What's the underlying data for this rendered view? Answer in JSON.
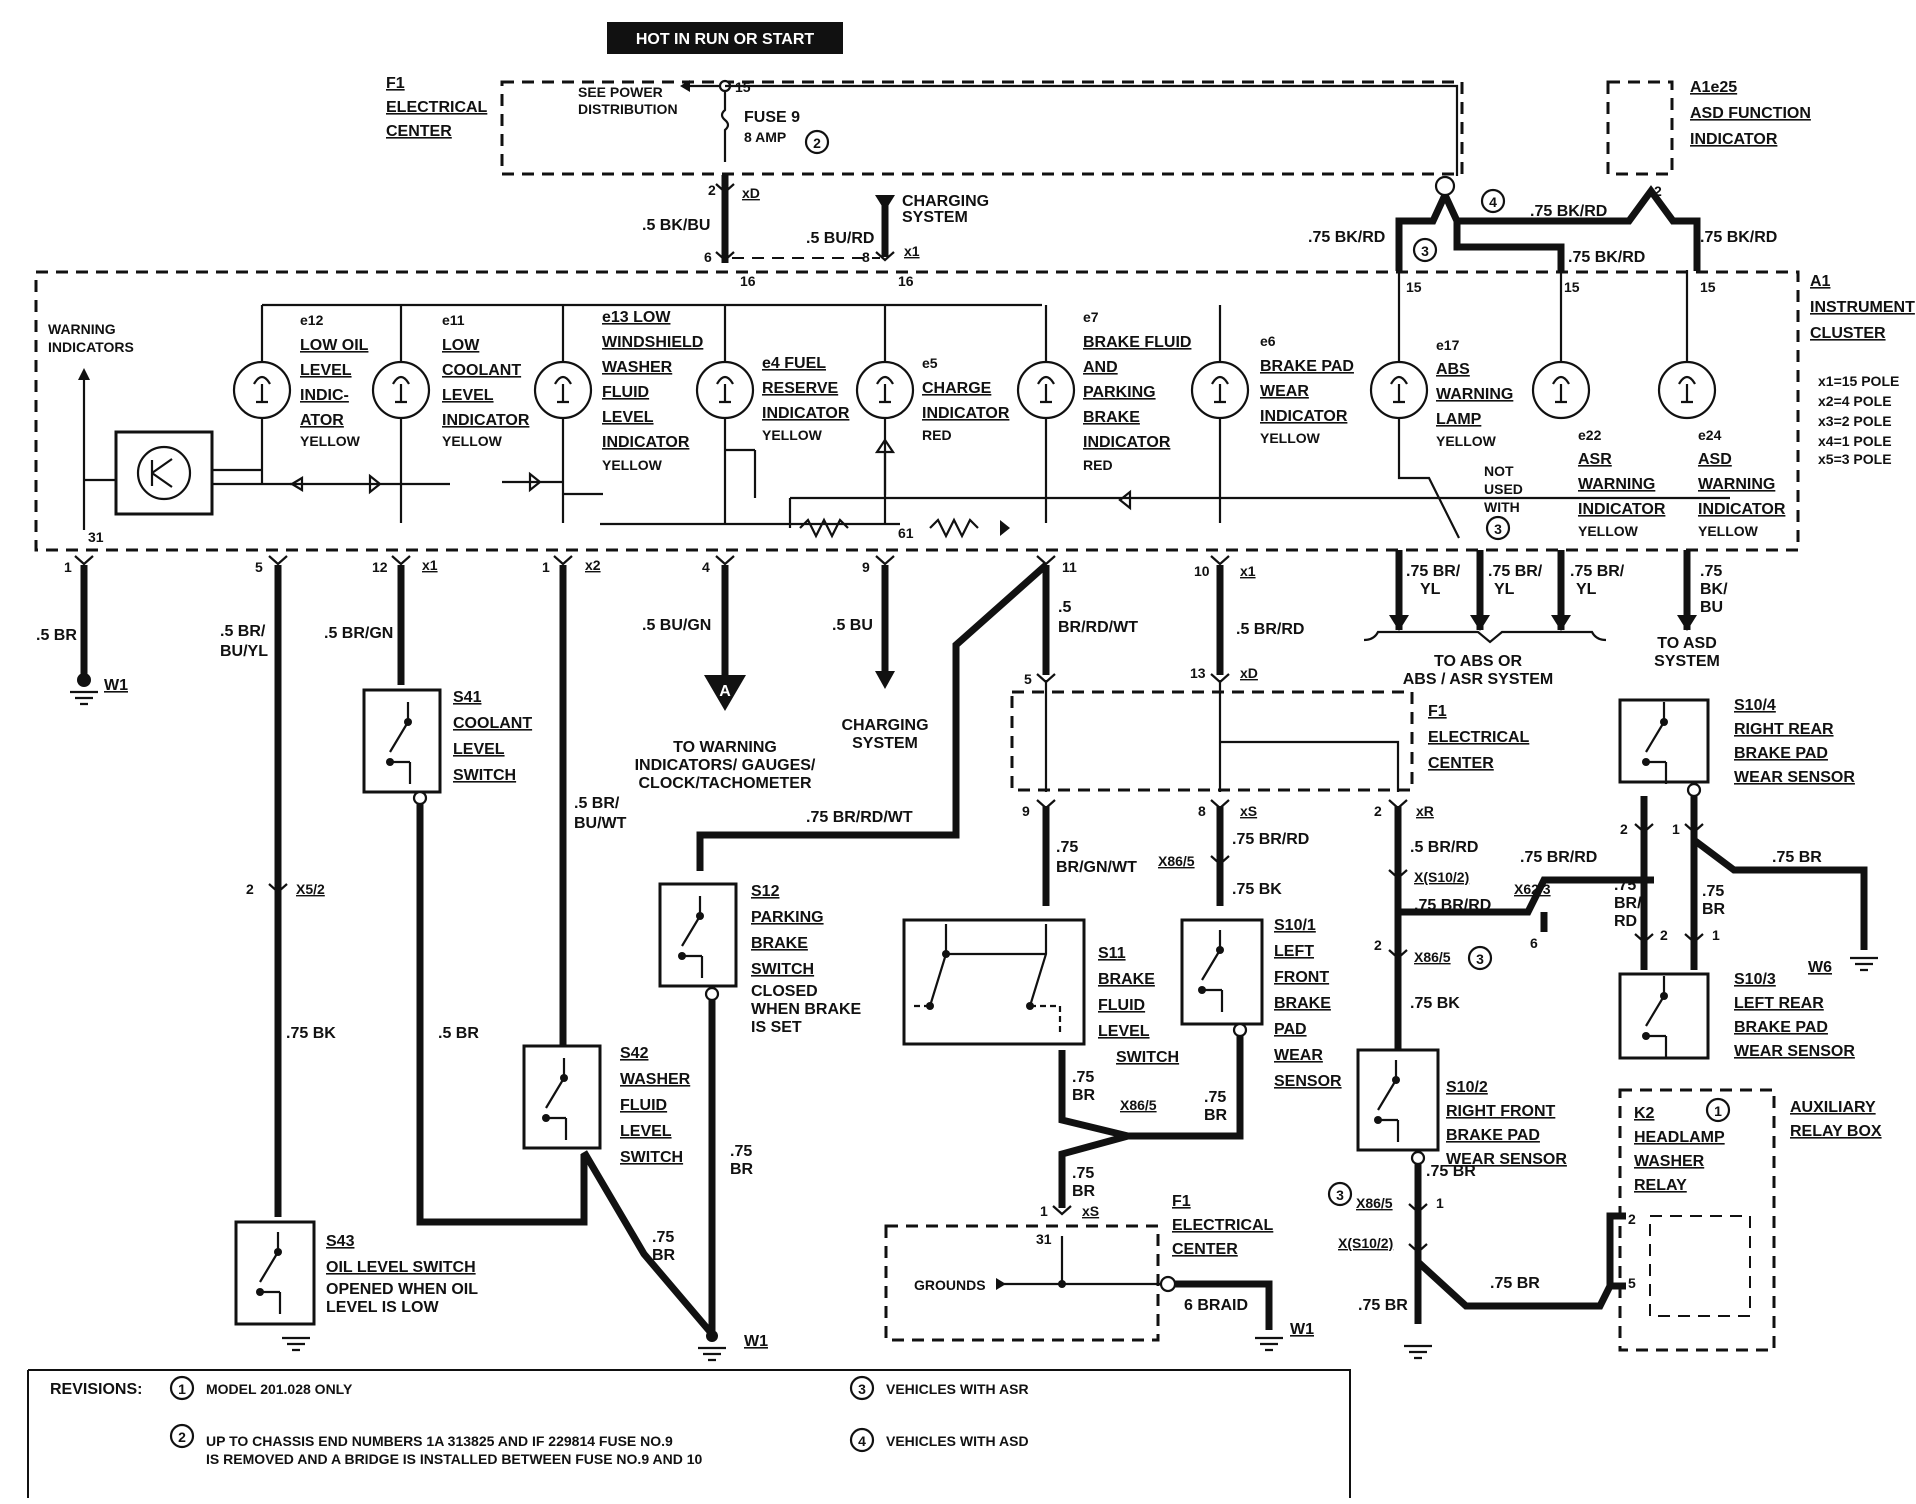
{
  "title": "HOT IN RUN OR START",
  "f1_top": {
    "id": "F1",
    "l1": "ELECTRICAL",
    "l2": "CENTER",
    "power": "SEE POWER",
    "power2": "DISTRIBUTION",
    "pin15": "15",
    "fuse": "FUSE 9",
    "amp": "8 AMP",
    "rev2": "2"
  },
  "a1e25": {
    "id": "A1e25",
    "l1": "ASD FUNCTION",
    "l2": "INDICATOR",
    "pin": "2"
  },
  "top_wires": {
    "xd_pin": "2",
    "xd": "xD",
    "bkbu": ".5 BK/BU",
    "burd": ".5 BU/RD",
    "x1pin": "8",
    "x1": "x1",
    "pin6": "6",
    "pin16a": "16",
    "pin16b": "16",
    "charging": "CHARGING",
    "charging2": "SYSTEM",
    "bkrd1": ".75 BK/RD",
    "bkrd2": ".75 BK/RD",
    "bkrd3": ".75 BK/RD",
    "bkrd4": ".75 BK/RD",
    "rev3": "3",
    "rev4": "4",
    "pin15a": "15",
    "pin15b": "15",
    "pin15c": "15"
  },
  "a1": {
    "id": "A1",
    "l1": "INSTRUMENT",
    "l2": "CLUSTER",
    "poles": [
      "x1=15 POLE",
      "x2=4 POLE",
      "x3=2 POLE",
      "x4=1 POLE",
      "x5=3 POLE"
    ],
    "warn1": "WARNING",
    "warn2": "INDICATORS",
    "p31": "31",
    "p61": "61"
  },
  "indicators": [
    {
      "id": "e12",
      "lines": [
        "LOW OIL",
        "LEVEL",
        "INDIC-",
        "ATOR"
      ],
      "color": "YELLOW"
    },
    {
      "id": "e11",
      "lines": [
        "LOW",
        "COOLANT",
        "LEVEL",
        "INDICATOR"
      ],
      "color": "YELLOW"
    },
    {
      "id": "e13 LOW",
      "lines": [
        "WINDSHIELD",
        "WASHER",
        "FLUID",
        "LEVEL",
        "INDICATOR"
      ],
      "color": "YELLOW"
    },
    {
      "id": "e4 FUEL",
      "lines": [
        "RESERVE",
        "INDICATOR"
      ],
      "color": "YELLOW"
    },
    {
      "id": "e5",
      "lines": [
        "CHARGE",
        "INDICATOR"
      ],
      "color": "RED"
    },
    {
      "id": "e7",
      "lines": [
        "BRAKE FLUID",
        "AND",
        "PARKING",
        "BRAKE",
        "INDICATOR"
      ],
      "color": "RED"
    },
    {
      "id": "e6",
      "lines": [
        "BRAKE PAD",
        "WEAR",
        "INDICATOR"
      ],
      "color": "YELLOW"
    },
    {
      "id": "e17",
      "lines": [
        "ABS",
        "WARNING",
        "LAMP"
      ],
      "color": "YELLOW"
    },
    {
      "id": "e22",
      "lines": [
        "ASR",
        "WARNING",
        "INDICATOR"
      ],
      "color": "YELLOW"
    },
    {
      "id": "e24",
      "lines": [
        "ASD",
        "WARNING",
        "INDICATOR"
      ],
      "color": "YELLOW"
    }
  ],
  "notused": {
    "l1": "NOT",
    "l2": "USED",
    "l3": "WITH",
    "rev": "3"
  },
  "pins": {
    "p1": "1",
    "p5": "5",
    "p12": "12",
    "x1a": "x1",
    "p1b": "1",
    "x2": "x2",
    "p4": "4",
    "p9": "9",
    "p11": "11",
    "p10": "10",
    "x1b": "x1"
  },
  "wires": {
    "br1": ".5 BR",
    "brbuyl1": ".5 BR/",
    "brbuyl2": "BU/YL",
    "brgn": ".5 BR/GN",
    "brbuwt1": ".5 BR/",
    "brbuwt2": "BU/WT",
    "bugn": ".5 BU/GN",
    "bu": ".5 BU",
    "brrdwt1": ".5",
    "brrdwt2": "BR/RD/WT",
    "brrd": ".5 BR/RD",
    "w1": "W1",
    "brrdwt75": ".75 BR/RD/WT"
  },
  "abs": {
    "w1a": ".75 BR/",
    "w1b": "YL",
    "w2a": ".75 BR/",
    "w2b": "YL",
    "w3a": ".75 BR/",
    "w3b": "YL",
    "w4a": ".75",
    "w4b": "BK/",
    "w4c": "BU",
    "to1": "TO ABS OR",
    "to2": "ABS / ASR SYSTEM",
    "asd1": "TO ASD",
    "asd2": "SYSTEM"
  },
  "connA": {
    "letter": "A",
    "l1": "TO WARNING",
    "l2": "INDICATORS/ GAUGES/",
    "l3": "CLOCK/TACHOMETER",
    "charging1": "CHARGING",
    "charging2": "SYSTEM"
  },
  "f1_mid": {
    "id": "F1",
    "l1": "ELECTRICAL",
    "l2": "CENTER",
    "p5": "5",
    "p13": "13",
    "xd": "xD",
    "p9": "9",
    "p8": "8",
    "xs": "xS",
    "p2": "2",
    "xr": "xR"
  },
  "switches": {
    "s41": {
      "id": "S41",
      "lines": [
        "COOLANT",
        "LEVEL",
        "SWITCH"
      ]
    },
    "s12": {
      "id": "S12",
      "lines": [
        "PARKING",
        "BRAKE",
        "SWITCH"
      ],
      "note": [
        "CLOSED",
        "WHEN BRAKE",
        "IS SET"
      ]
    },
    "s42": {
      "id": "S42",
      "lines": [
        "WASHER",
        "FLUID",
        "LEVEL",
        "SWITCH"
      ]
    },
    "s43": {
      "id": "S43",
      "lines": [
        "OIL LEVEL SWITCH"
      ],
      "note": [
        "OPENED WHEN OIL",
        "LEVEL IS LOW"
      ]
    },
    "s11": {
      "id": "S11",
      "lines": [
        "BRAKE",
        "FLUID",
        "LEVEL",
        "SWITCH"
      ]
    },
    "s101": {
      "id": "S10/1",
      "lines": [
        "LEFT",
        "FRONT",
        "BRAKE",
        "PAD",
        "WEAR",
        "SENSOR"
      ]
    },
    "s102": {
      "id": "S10/2",
      "lines": [
        "RIGHT FRONT",
        "BRAKE PAD",
        "WEAR SENSOR"
      ]
    },
    "s104": {
      "id": "S10/4",
      "lines": [
        "RIGHT REAR",
        "BRAKE PAD",
        "WEAR SENSOR"
      ]
    },
    "s103": {
      "id": "S10/3",
      "lines": [
        "LEFT REAR",
        "BRAKE PAD",
        "WEAR SENSOR"
      ]
    }
  },
  "lower": {
    "x52pin": "2",
    "x52": "X5/2",
    "bk75": ".75 BK",
    "br5": ".5 BR",
    "br75a1": ".75",
    "br75a2": "BR",
    "br75b1": ".75",
    "br75b2": "BR",
    "brgnwt1": ".75",
    "brgnwt2": "BR/GN/WT",
    "brrd75": ".75 BR/RD",
    "x865a": "X86/5",
    "bk75b": ".75 BK",
    "br75c1": ".75",
    "br75c2": "BR",
    "x865b": "X86/5",
    "br75d1": ".75",
    "br75d2": "BR",
    "br75e1": ".75",
    "br75e2": "BR",
    "p1": "1",
    "xs": "xS",
    "p31": "31",
    "grounds": "GROUNDS",
    "braid": "6 BRAID",
    "w1": "W1",
    "w1b": "W1",
    "f1": "F1",
    "f1l1": "ELECTRICAL",
    "f1l2": "CENTER"
  },
  "right": {
    "brrd5": ".5 BR/RD",
    "xs102": "X(S10/2)",
    "brrd75": ".75 BR/RD",
    "brrd75b": ".75 BR/RD",
    "x623": "X62/3",
    "p6": "6",
    "p2": "2",
    "x865": "X86/5",
    "rev3": "3",
    "bk75": ".75 BK",
    "br75": ".75 BR",
    "rev3b": "3",
    "x865b": "X86/5",
    "p1": "1",
    "xs102b": "X(S10/2)",
    "br75b": ".75 BR",
    "br75c": ".75 BR",
    "p2b": "2",
    "p1b": "1",
    "p2c": "2",
    "p1c": "1",
    "brrdv1": ".75",
    "brrdv2": "BR/",
    "brrdv3": "RD",
    "brv1": ".75",
    "brv2": "BR",
    "br75d": ".75 BR",
    "w6": "W6"
  },
  "k2": {
    "id": "K2",
    "lines": [
      "HEADLAMP",
      "WASHER",
      "RELAY"
    ],
    "rev": "1",
    "aux1": "AUXILIARY",
    "aux2": "RELAY BOX",
    "p2": "2",
    "p5": "5"
  },
  "revisions": {
    "title": "REVISIONS:",
    "r1n": "1",
    "r1": "MODEL 201.028 ONLY",
    "r2n": "2",
    "r2a": "UP TO CHASSIS END NUMBERS 1A 313825 AND IF 229814 FUSE NO.9",
    "r2b": "IS REMOVED AND A BRIDGE IS INSTALLED BETWEEN FUSE NO.9 AND 10",
    "r3n": "3",
    "r3": "VEHICLES WITH ASR",
    "r4n": "4",
    "r4": "VEHICLES WITH ASD"
  }
}
